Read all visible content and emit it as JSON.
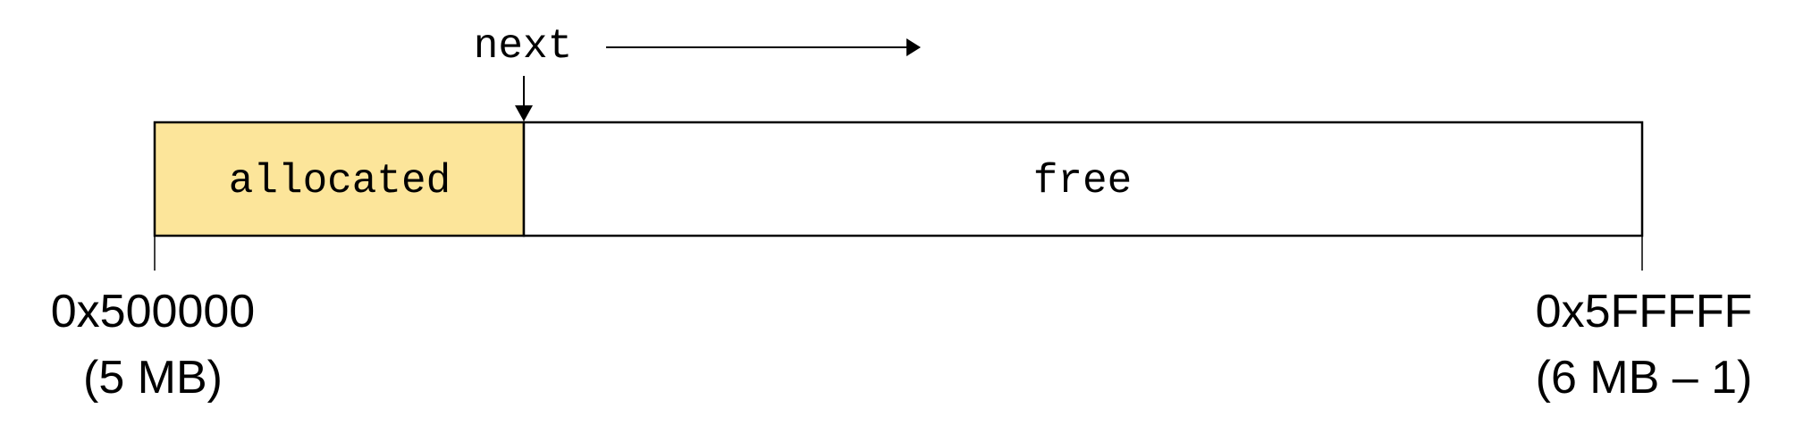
{
  "pointer": {
    "label": "next"
  },
  "memory": {
    "allocated_label": "allocated",
    "free_label": "free",
    "allocated_fill": "#FCE59A",
    "free_fill": "#FFFFFF",
    "outline": "#000000"
  },
  "addresses": {
    "start_hex": "0x500000",
    "start_size": "(5 MB)",
    "end_hex": "0x5FFFFF",
    "end_size": "(6 MB – 1)"
  }
}
